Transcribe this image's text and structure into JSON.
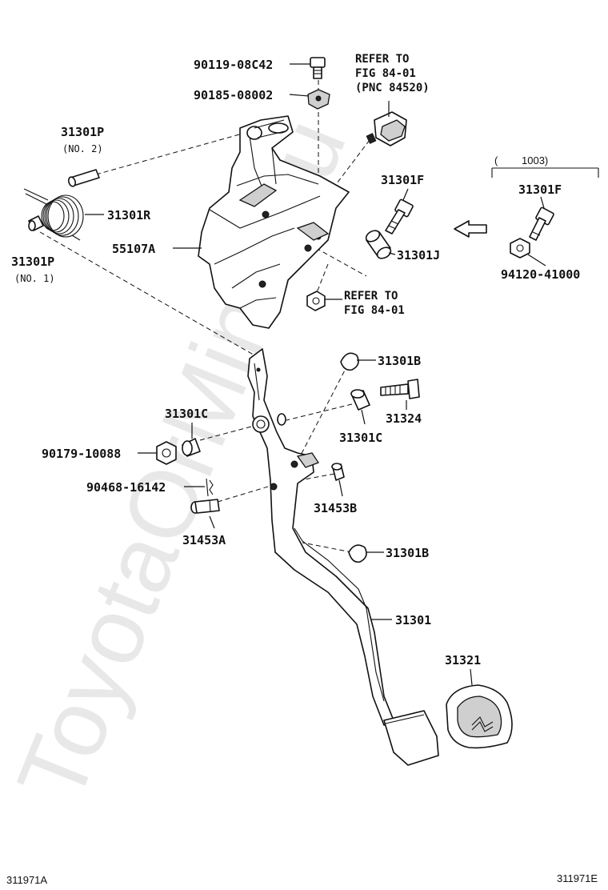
{
  "watermark": "ToyotaOrMinor.ru",
  "labels": {
    "p90119": "90119-08C42",
    "p90185": "90185-08002",
    "p31301P_top": "31301P",
    "p31301P_top_sub": "(NO. 2)",
    "p31301R": "31301R",
    "p31301P_bot": "31301P",
    "p31301P_bot_sub": "(NO. 1)",
    "p55107A": "55107A",
    "p31301F": "31301F",
    "p31301J": "31301J",
    "p31301F_box": "31301F",
    "p94120": "94120-41000",
    "box_header_open": "(",
    "box_header_code": "1003)",
    "p31301B_top": "31301B",
    "p31324": "31324",
    "p31301C_left": "31301C",
    "p31301C_right": "31301C",
    "p90179": "90179-10088",
    "p90468": "90468-16142",
    "p31453B": "31453B",
    "p31453A": "31453A",
    "p31301B_bot": "31301B",
    "p31301": "31301",
    "p31321": "31321"
  },
  "refs": {
    "ref1_line1": "REFER TO",
    "ref1_line2": "FIG 84-01",
    "ref1_line3": "(PNC 84520)",
    "ref2_line1": "REFER TO",
    "ref2_line2": "FIG 84-01"
  },
  "footer": {
    "left_code": "311971A",
    "right_code": "311971E"
  },
  "icons": {
    "arrow": "hollow-left-arrow-icon"
  }
}
